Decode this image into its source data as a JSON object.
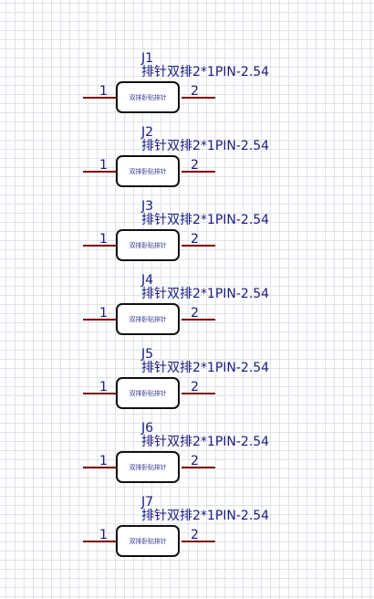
{
  "components": [
    {
      "designator": "J1",
      "value": "排针双排2*1PIN-2.54",
      "pins": [
        "1",
        "2"
      ],
      "body_label": "双排卧贴排针"
    },
    {
      "designator": "J2",
      "value": "排针双排2*1PIN-2.54",
      "pins": [
        "1",
        "2"
      ],
      "body_label": "双排卧贴排针"
    },
    {
      "designator": "J3",
      "value": "排针双排2*1PIN-2.54",
      "pins": [
        "1",
        "2"
      ],
      "body_label": "双排卧贴排针"
    },
    {
      "designator": "J4",
      "value": "排针双排2*1PIN-2.54",
      "pins": [
        "1",
        "2"
      ],
      "body_label": "双排卧贴排针"
    },
    {
      "designator": "J5",
      "value": "排针双排2*1PIN-2.54",
      "pins": [
        "1",
        "2"
      ],
      "body_label": "双排卧贴排针"
    },
    {
      "designator": "J6",
      "value": "排针双排2*1PIN-2.54",
      "pins": [
        "1",
        "2"
      ],
      "body_label": "双排卧贴排针"
    },
    {
      "designator": "J7",
      "value": "排针双排2*1PIN-2.54",
      "pins": [
        "1",
        "2"
      ],
      "body_label": "双排卧贴排针"
    }
  ],
  "colors": {
    "wire": "#800000",
    "text": "#1a1a80",
    "outline": "#111111",
    "grid": "#dde3ea"
  }
}
